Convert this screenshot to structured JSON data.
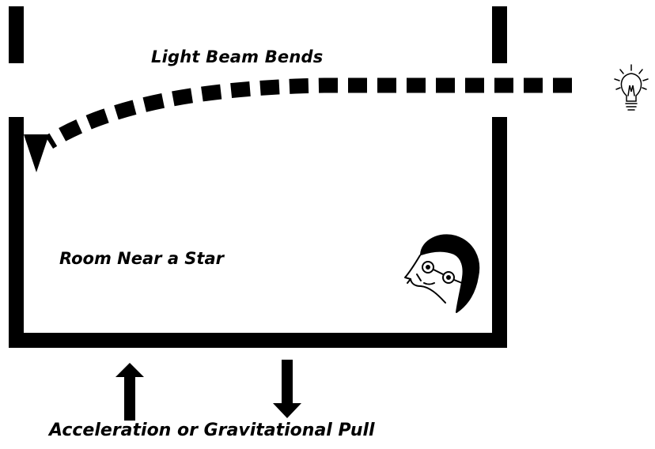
{
  "diagram": {
    "title": "Light Beam Bends",
    "room_label": "Room Near a Star",
    "caption": "Acceleration or Gravitational Pull",
    "icons": {
      "light_source": "light-bulb-icon",
      "observer": "observer-face-icon",
      "arrow_up": "arrow-up-icon",
      "arrow_down": "arrow-down-icon"
    },
    "colors": {
      "ink": "#000000",
      "background": "#ffffff"
    }
  }
}
